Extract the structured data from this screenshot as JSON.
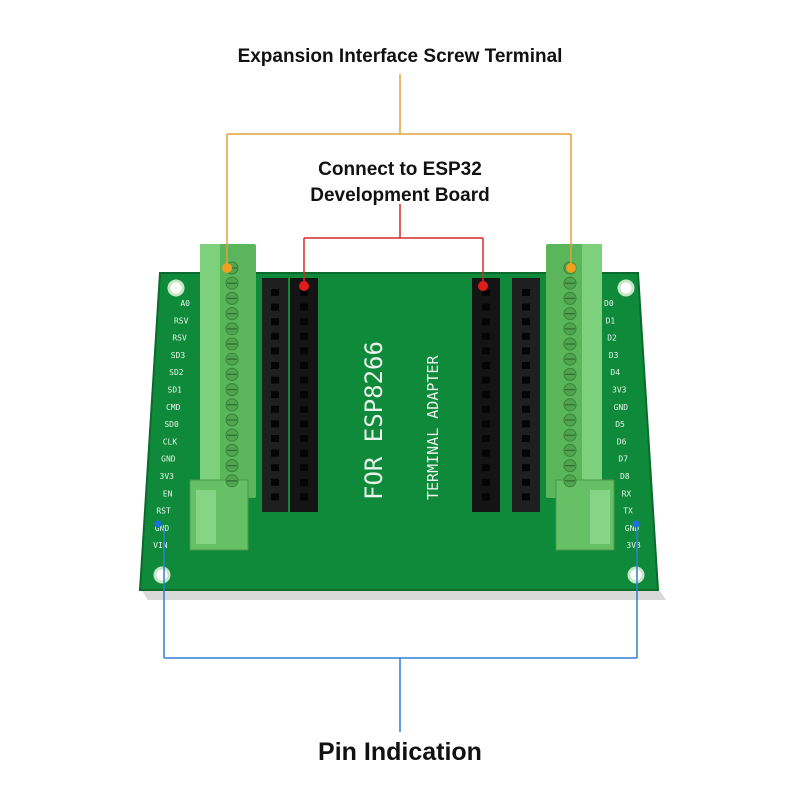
{
  "captions": {
    "top": "Expansion Interface Screw Terminal",
    "middle_line1": "Connect to ESP32",
    "middle_line2": "Development Board",
    "bottom": "Pin Indication"
  },
  "board": {
    "silk_main": "FOR ESP8266",
    "silk_sub": "TERMINAL ADAPTER",
    "left_pins": [
      "A0",
      "RSV",
      "RSV",
      "SD3",
      "SD2",
      "SD1",
      "CMD",
      "SD0",
      "CLK",
      "GND",
      "3V3",
      "EN",
      "RST",
      "GND",
      "VIN"
    ],
    "right_pins": [
      "D0",
      "D1",
      "D2",
      "D3",
      "D4",
      "3V3",
      "GND",
      "D5",
      "D6",
      "D7",
      "D8",
      "RX",
      "TX",
      "GND",
      "3V3"
    ]
  },
  "colors": {
    "pcb": "#0f8a3a",
    "pcb_edge": "#0a6b2c",
    "terminal": "#6cc66b",
    "header": "#1a1a1a",
    "callout_orange": "#e2a23a",
    "callout_red": "#d42a2a",
    "callout_blue": "#2f7fd6"
  }
}
